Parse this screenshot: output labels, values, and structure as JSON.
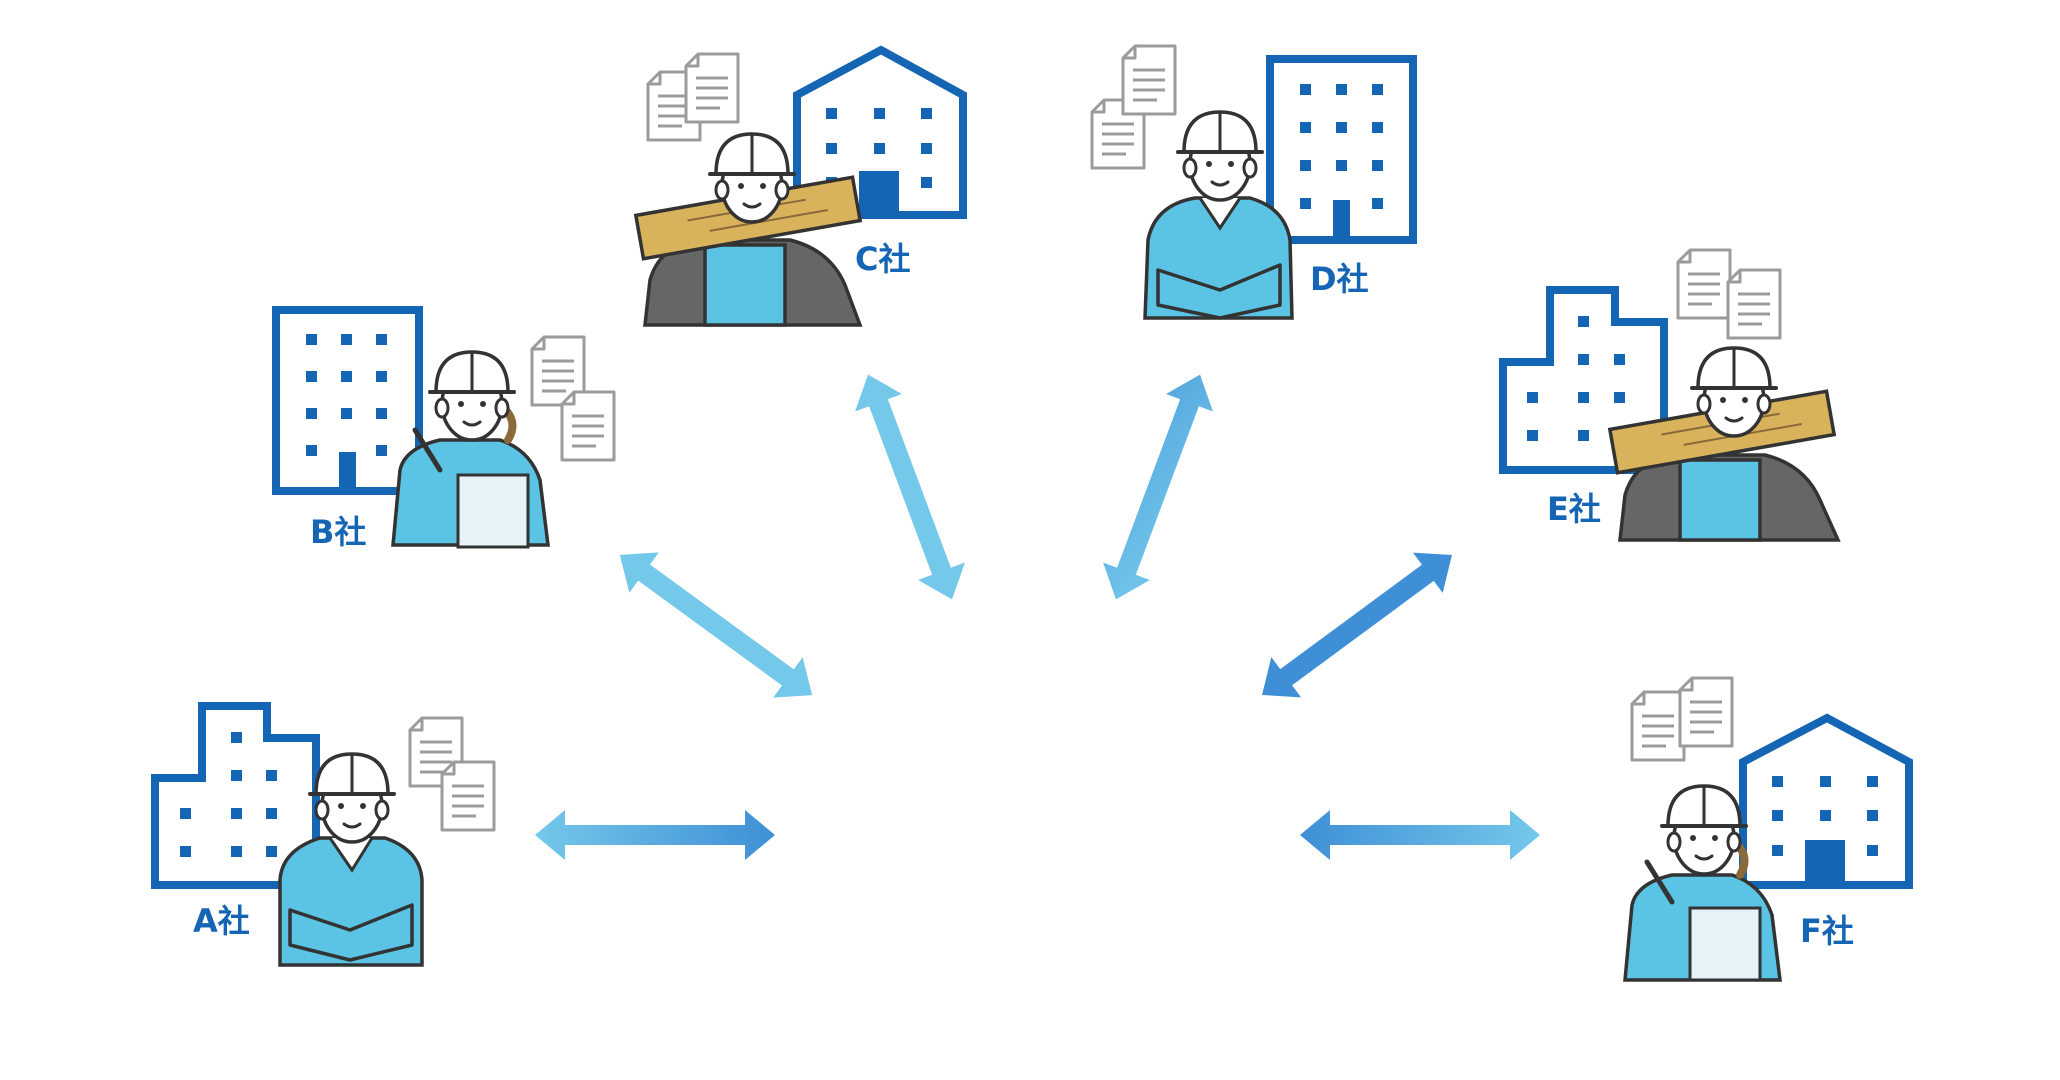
{
  "colors": {
    "building": "#1565b5",
    "label": "#1565b5",
    "shirt": "#5bc4e4",
    "line": "#333333",
    "helmet": "#ffffff",
    "doc": "#9b9b9b",
    "wood": "#d9b25c",
    "skin": "#ffffff",
    "arrow_light": "#6cc3e8",
    "arrow_dark": "#3f8fd6"
  },
  "companies": [
    {
      "id": "a",
      "label": "A社",
      "building": "stepped",
      "person": "arms-crossed-man"
    },
    {
      "id": "b",
      "label": "B社",
      "building": "tower",
      "person": "clipboard-woman"
    },
    {
      "id": "c",
      "label": "C社",
      "building": "house",
      "person": "lumber-man"
    },
    {
      "id": "d",
      "label": "D社",
      "building": "tower",
      "person": "arms-crossed-man"
    },
    {
      "id": "e",
      "label": "E社",
      "building": "stepped",
      "person": "lumber-man"
    },
    {
      "id": "f",
      "label": "F社",
      "building": "house",
      "person": "clipboard-woman"
    }
  ],
  "icons": {
    "building": "office-building-icon",
    "worker": "construction-worker-icon",
    "documents": "documents-icon",
    "arrow": "bidirectional-arrow-icon"
  }
}
